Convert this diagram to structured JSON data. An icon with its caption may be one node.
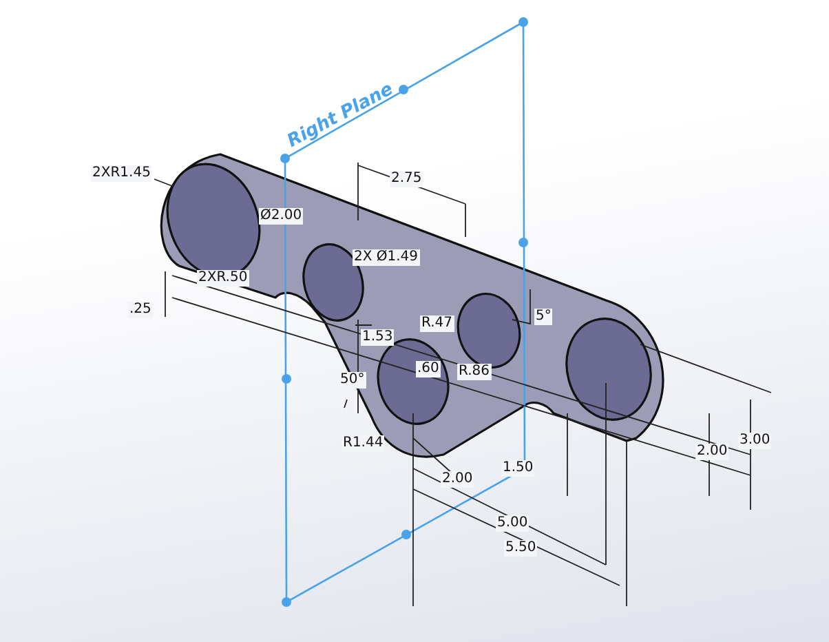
{
  "diagram": {
    "labels": [
      "Right Plane",
      "2XR1.45",
      "2.75",
      "Ø2.00",
      "2X Ø1.49",
      "2XR.50",
      ".25",
      "5°",
      "R.47",
      "1.53",
      "R.86",
      ".60",
      "50°",
      "R1.44",
      "3.00",
      "2.00",
      "1.50",
      "2.00",
      "5.00",
      "5.50"
    ]
  }
}
